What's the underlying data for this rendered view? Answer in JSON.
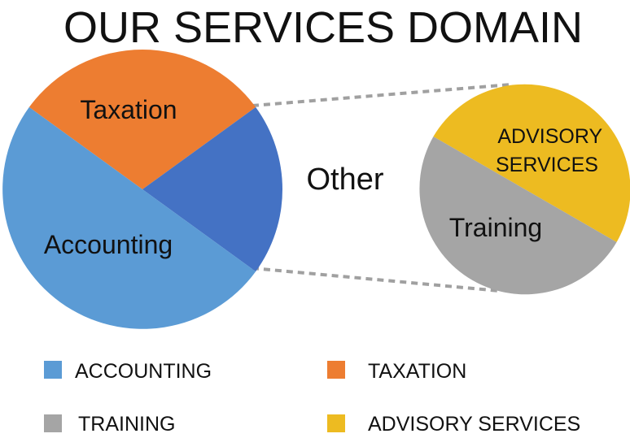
{
  "chart_data": {
    "type": "pie",
    "title": "OUR SERVICES DOMAIN",
    "main_pie": {
      "slices": [
        {
          "label": "Accounting",
          "value": 50,
          "color": "#5B9BD5"
        },
        {
          "label": "Taxation",
          "value": 30,
          "color": "#ED7D31"
        },
        {
          "label": "Other",
          "value": 20,
          "color": "#4472C4"
        }
      ]
    },
    "secondary_pie": {
      "slices": [
        {
          "label": "ADVISORY SERVICES",
          "value": 50,
          "color": "#EDBB21"
        },
        {
          "label": "Training",
          "value": 50,
          "color": "#A5A5A5"
        }
      ]
    },
    "legend": [
      {
        "label": "ACCOUNTING",
        "color": "#5B9BD5"
      },
      {
        "label": "TAXATION",
        "color": "#ED7D31"
      },
      {
        "label": "TRAINING",
        "color": "#A5A5A5"
      },
      {
        "label": "ADVISORY SERVICES",
        "color": "#EDBB21"
      }
    ],
    "legend_position": "bottom"
  }
}
